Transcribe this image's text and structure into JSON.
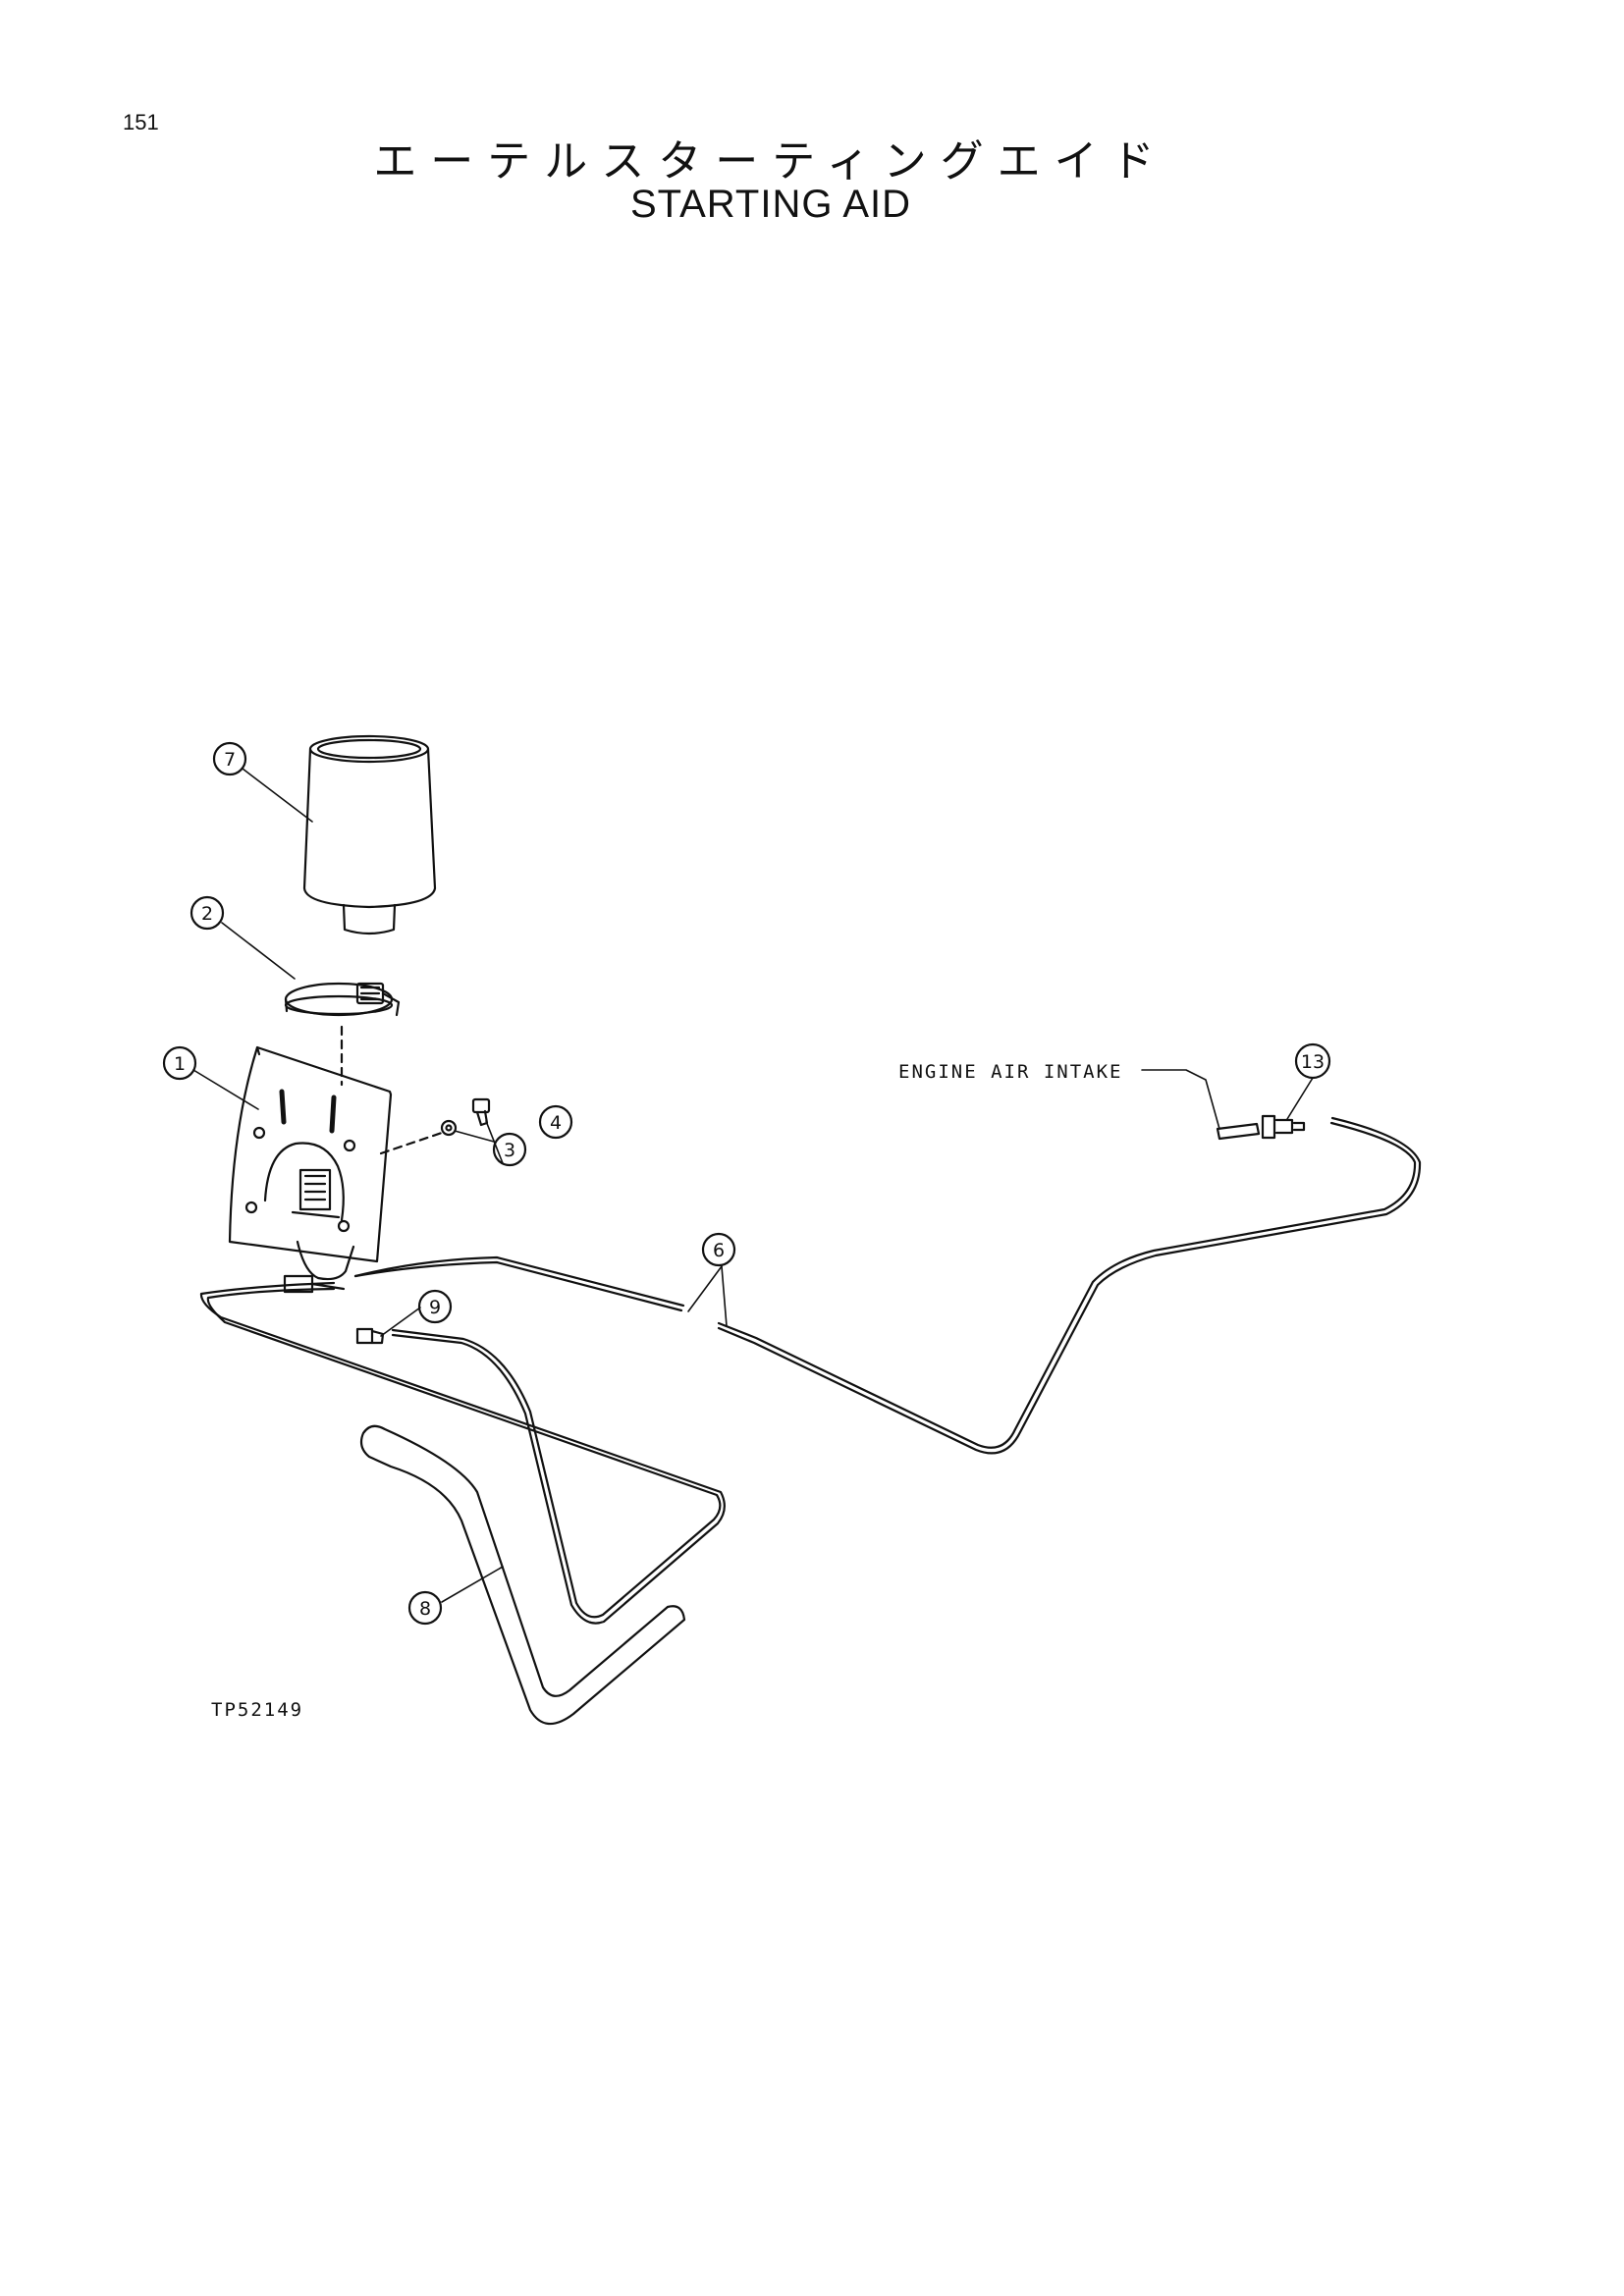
{
  "page": {
    "number": "151",
    "title_jp": "エーテルスターティングエイド",
    "title_en": "STARTING AID"
  },
  "diagram": {
    "drawing_code": "TP52149",
    "note_engine_air_intake": "ENGINE AIR INTAKE",
    "callouts": [
      "1",
      "2",
      "3",
      "4",
      "6",
      "7",
      "8",
      "9",
      "13"
    ],
    "stroke_color": "#111111"
  }
}
